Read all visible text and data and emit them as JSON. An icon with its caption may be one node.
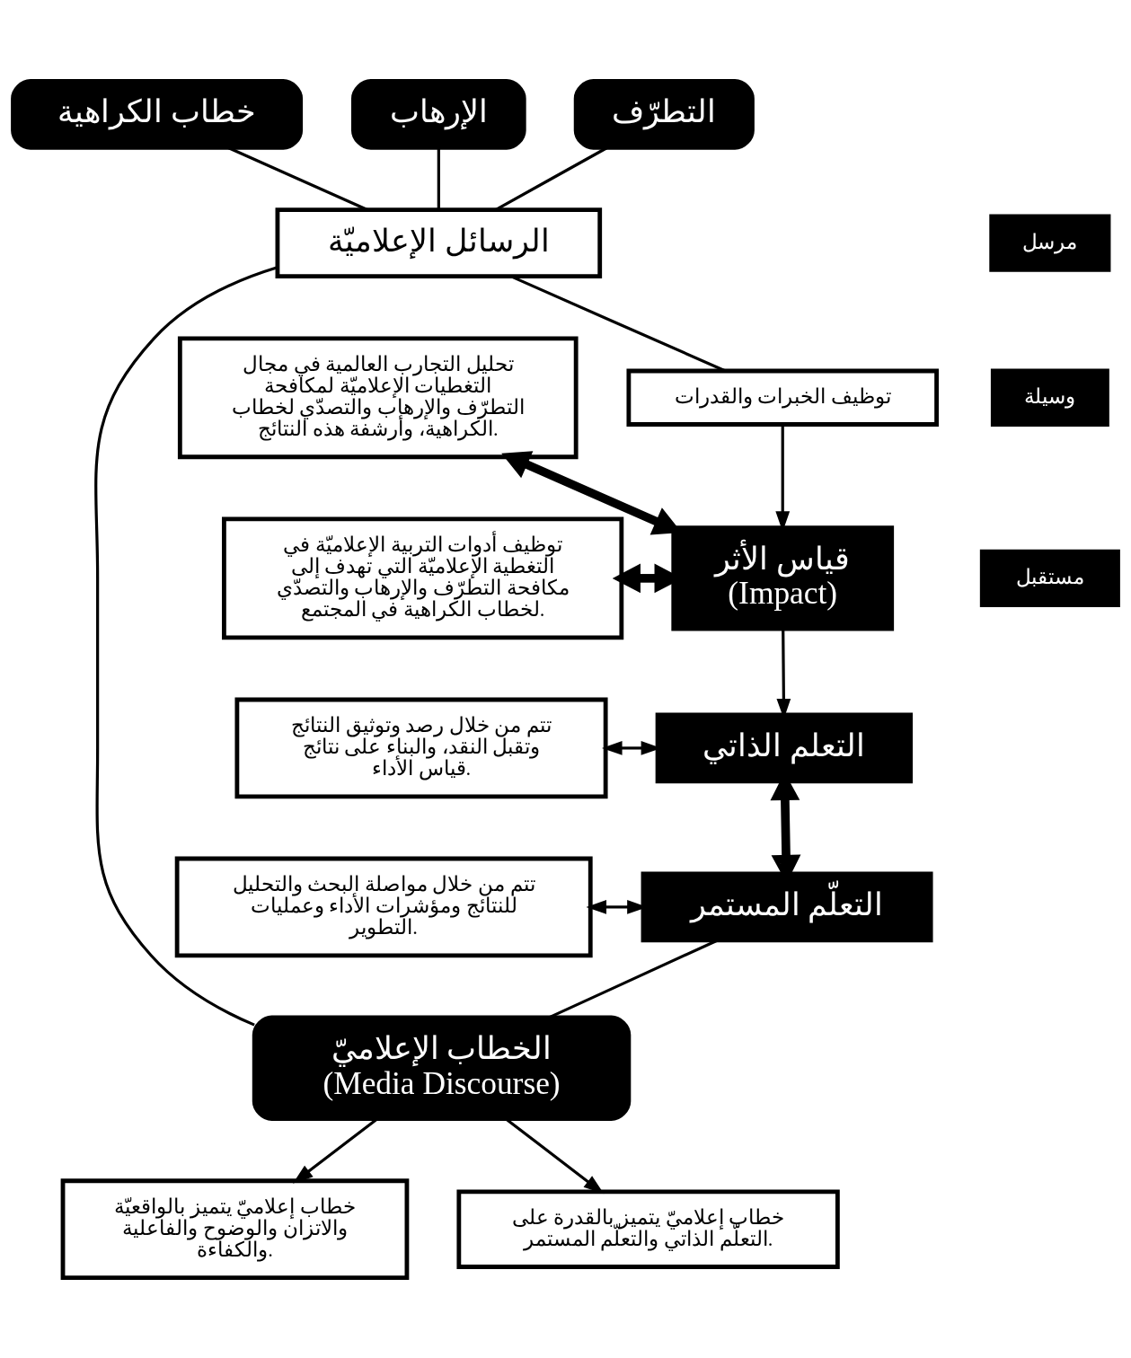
{
  "diagram": {
    "nodes": [
      {
        "text": [
          "خطاب الكراهية"
        ]
      },
      {
        "text": [
          "الإرهاب"
        ]
      },
      {
        "text": [
          "التطرّف"
        ]
      },
      {
        "text": [
          "مرسل"
        ]
      },
      {
        "text": [
          "وسيلة"
        ]
      },
      {
        "text": [
          "مستقبل"
        ]
      },
      {
        "text": [
          "الرسائل الإعلاميّة"
        ]
      },
      {
        "text": [
          "توظيف الخبرات والقدرات"
        ]
      },
      {
        "text": [
          "توظيف أدوات التربية الإعلاميّة في التغطية الإعلاميّة التي تهدف إلى مكافحة التطرّف والإرهاب والتصدّي لخطاب الكراهية في المجتمع."
        ]
      },
      {
        "text": [
          "قياس الأثر",
          "(Impact)"
        ]
      },
      {
        "text": [
          "تحليل التجارب العالمية في مجال التغطيات الإعلاميّة لمكافحة التطرّف والإرهاب والتصدّي لخطاب الكراهية، وأرشفة هذه النتائج."
        ]
      },
      {
        "text": [
          "التعلم الذاتي"
        ]
      },
      {
        "text": [
          "تتم من خلال رصد وتوثيق النتائج وتقبل النقد، والبناء على نتائج قياس الأداء."
        ]
      },
      {
        "text": [
          "التعلّم المستمر"
        ]
      },
      {
        "text": [
          "تتم من خلال مواصلة البحث والتحليل للنتائج ومؤشرات الأداء وعمليات التطوير."
        ]
      },
      {
        "text": [
          "الخطاب الإعلاميّ",
          "(Media Discourse)"
        ]
      },
      {
        "text": [
          "خطاب إعلاميّ يتميز بالواقعيّة والاتزان والوضوح والفاعلية والكفاءة."
        ]
      },
      {
        "text": [
          "خطاب إعلاميّ يتميز بالقدرة على التعلّم الذاتي والتعلّم المستمر."
        ]
      }
    ],
    "edges": [
      {
        "from": 0,
        "to": 6,
        "arrow": "none"
      },
      {
        "from": 1,
        "to": 6,
        "arrow": "none"
      },
      {
        "from": 2,
        "to": 6,
        "arrow": "none"
      },
      {
        "from": 6,
        "to": 7,
        "arrow": "none"
      },
      {
        "from": 7,
        "to": 9,
        "arrow": "to"
      },
      {
        "from": 8,
        "to": 9,
        "arrow": "both",
        "style": "thick"
      },
      {
        "from": 10,
        "to": 9,
        "arrow": "both",
        "style": "thick"
      },
      {
        "from": 9,
        "to": 11,
        "arrow": "to"
      },
      {
        "from": 12,
        "to": 11,
        "arrow": "both"
      },
      {
        "from": 11,
        "to": 13,
        "arrow": "both",
        "style": "thick"
      },
      {
        "from": 14,
        "to": 13,
        "arrow": "both"
      },
      {
        "from": 6,
        "to": 15,
        "arrow": "none"
      },
      {
        "from": 13,
        "to": 15,
        "arrow": "none"
      },
      {
        "from": 15,
        "to": 16,
        "arrow": "to"
      },
      {
        "from": 15,
        "to": 17,
        "arrow": "to"
      }
    ]
  }
}
